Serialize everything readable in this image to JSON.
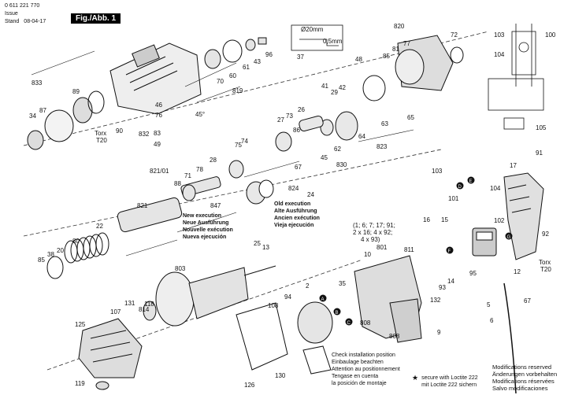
{
  "header": {
    "part_number": "0 611 221 770",
    "issue_label": "Issue",
    "stand_label": "Stand",
    "date": "08-04-17",
    "figure": "Fig./Abb. 1"
  },
  "old_execution_note": [
    "New execution",
    "Neue Ausführung",
    "Nouvelle exécution",
    "Nueva ejecución"
  ],
  "old_execution_note2": [
    "Old execution",
    "Alte Ausführung",
    "Ancien exécution",
    "Vieja ejecución"
  ],
  "install_note": [
    "Check installation position",
    "Einbaulage beachten",
    "Attention au positionnement",
    "Tengase en cuenta",
    "la posición de montaje"
  ],
  "loctite_note": [
    "secure with Loctite 222",
    "mit Loctite 222 sichern"
  ],
  "modifications": [
    "Modifications reserved",
    "Änderungen vorbehalten",
    "Modifications réservées",
    "Salvo modificaciones"
  ],
  "detail_dims": {
    "diameter": "Ø20mm",
    "thickness": "0,5mm"
  },
  "bracket_note": [
    "(1; 6; 7; 17; 91;",
    "2 x 16; 4 x 92;",
    "4 x 93)"
  ],
  "torx1": [
    "Torx",
    "T20"
  ],
  "torx2": [
    "Torx",
    "T20"
  ],
  "labels": [
    "820",
    "72",
    "37",
    "48",
    "81",
    "65",
    "77",
    "85",
    "64",
    "61",
    "43",
    "96",
    "60",
    "70",
    "819",
    "833",
    "89",
    "87",
    "34",
    "90",
    "832",
    "83",
    "49",
    "46",
    "76",
    "45°",
    "41",
    "29",
    "42",
    "26",
    "73",
    "86",
    "27",
    "63",
    "62",
    "823",
    "830",
    "67",
    "24",
    "824",
    "45",
    "75",
    "74",
    "28",
    "78",
    "71",
    "847",
    "88",
    "821/01",
    "821",
    "22",
    "80",
    "85",
    "38",
    "20",
    "25",
    "13",
    "803",
    "131",
    "118",
    "814",
    "107",
    "108",
    "125",
    "119",
    "94",
    "126",
    "130",
    "2",
    "35",
    "808",
    "9",
    "10",
    "801",
    "811",
    "16",
    "15",
    "132",
    "14",
    "93",
    "103",
    "104",
    "101",
    "102",
    "17",
    "91",
    "92",
    "95",
    "12",
    "5",
    "67",
    "6",
    "100",
    "103",
    "104",
    "105",
    "808"
  ],
  "callouts": [
    {
      "letter": "A"
    },
    {
      "letter": "B"
    },
    {
      "letter": "C"
    },
    {
      "letter": "D"
    },
    {
      "letter": "E"
    },
    {
      "letter": "F"
    },
    {
      "letter": "G"
    }
  ]
}
